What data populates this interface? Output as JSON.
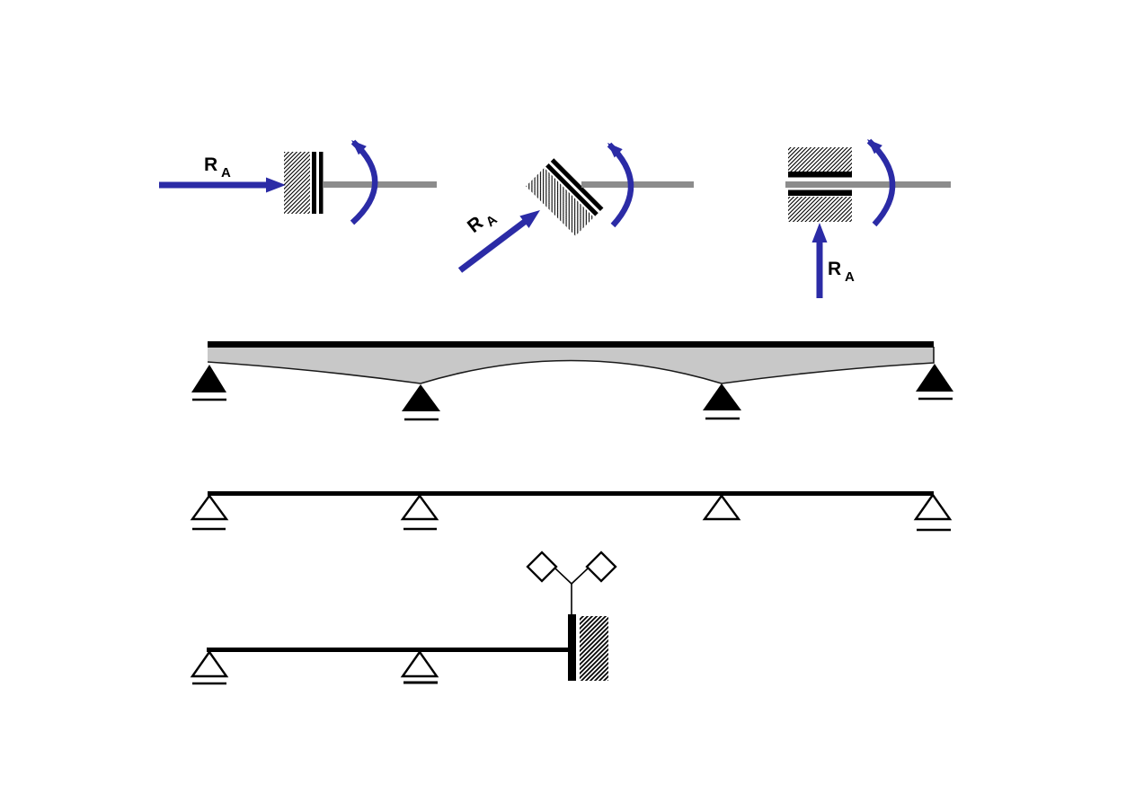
{
  "labels": {
    "ra_left": {
      "symbol": "R",
      "subscript": "A"
    },
    "ra_mid": {
      "symbol": "R",
      "subscript": "A"
    },
    "ra_right": {
      "symbol": "R",
      "subscript": "A"
    }
  },
  "colors": {
    "reaction_blue": "#2b2ba6",
    "member_gray": "#8c8c8c",
    "beam_fill_gray": "#c8c8c8",
    "ink_black": "#000000",
    "background": "#ffffff"
  }
}
